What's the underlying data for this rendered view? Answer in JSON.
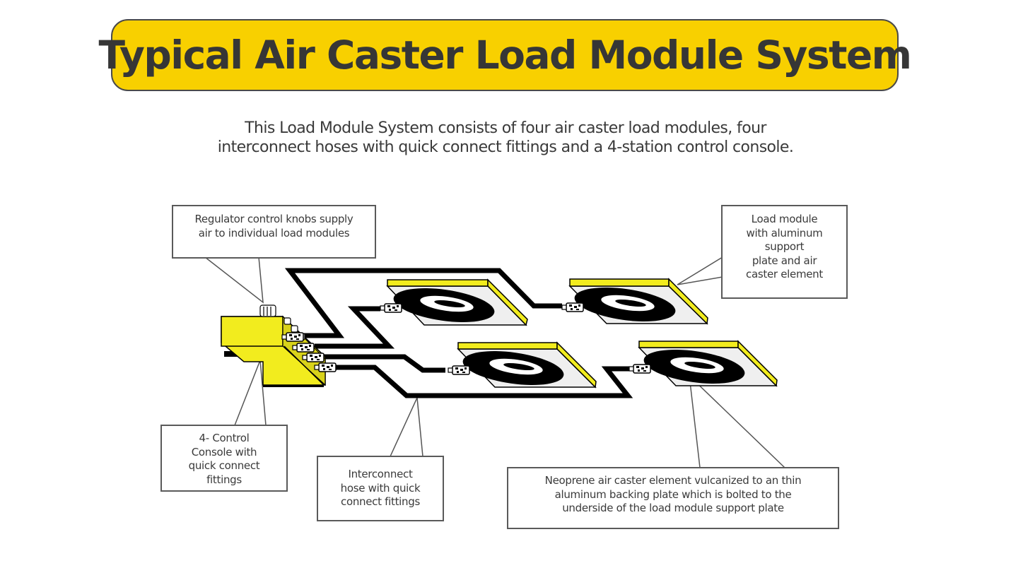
{
  "title": "Typical Air Caster Load Module System",
  "subtitle": {
    "line1": "This Load Module System consists of four air caster load modules, four",
    "line2": "interconnect hoses with quick connect fittings and a 4-station control console."
  },
  "colors": {
    "banner": "#f8d000",
    "module_yellow": "#f2ec1e",
    "hose": "#000000",
    "plate": "#efefef"
  },
  "callouts": {
    "regulator": {
      "lines": [
        "Regulator control knobs supply",
        "air to individual load modules"
      ]
    },
    "load_module": {
      "lines": [
        "Load module",
        "with aluminum",
        "support",
        "plate and air",
        "caster element"
      ]
    },
    "console": {
      "lines": [
        "4- Control",
        "Console with",
        "quick connect",
        "fittings"
      ]
    },
    "hose": {
      "lines": [
        "Interconnect",
        "hose with quick",
        "connect fittings"
      ]
    },
    "neoprene": {
      "lines": [
        "Neoprene air caster element vulcanized to an thin",
        "aluminum backing plate which is bolted to the",
        "underside of the load module support plate"
      ]
    }
  },
  "components": {
    "console": "control-console",
    "modules": [
      "load-module-1",
      "load-module-2",
      "load-module-3",
      "load-module-4"
    ],
    "hoses": [
      "hose-1",
      "hose-2",
      "hose-3",
      "hose-4"
    ]
  }
}
